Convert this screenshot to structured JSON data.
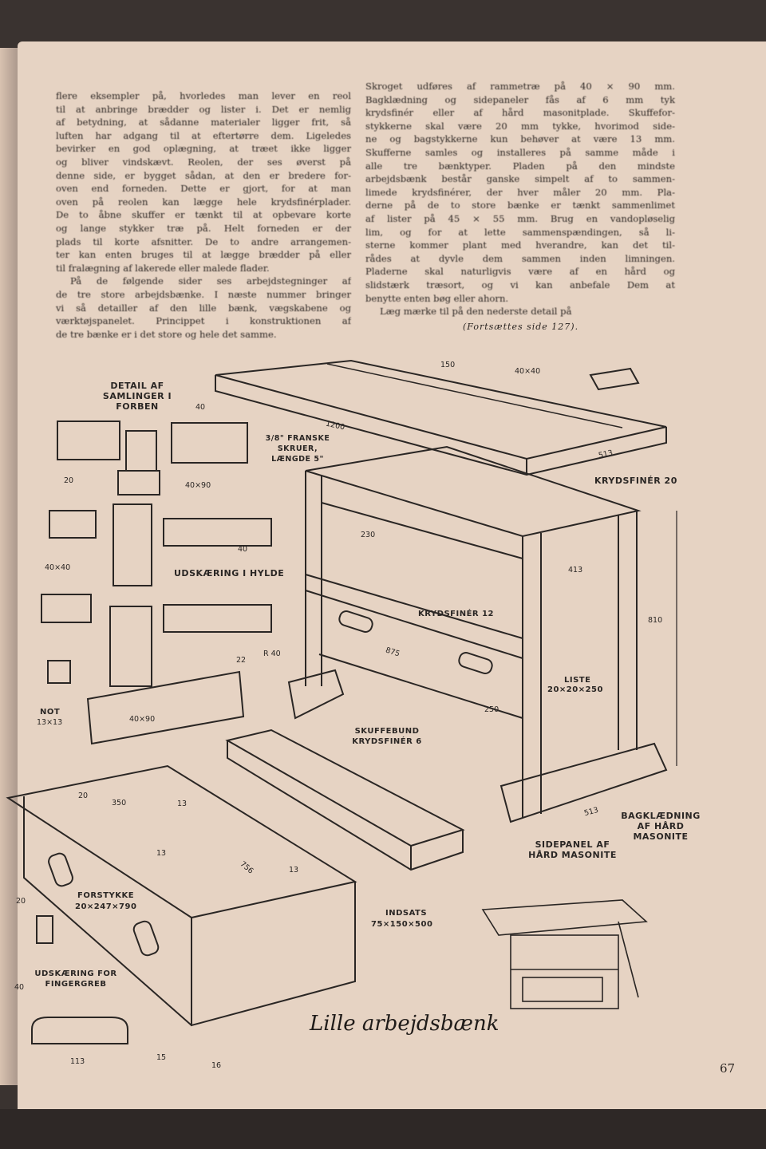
{
  "article": {
    "left_column": [
      "flere eksempler på, hvorledes man lever en reol",
      "til at anbringe brædder og lister i. Det er nemlig",
      "af betydning, at sådanne materialer ligger frit, så",
      "luften har adgang til at eftertørre dem. Ligeledes",
      "bevirker en god oplægning, at træet ikke ligger",
      "og bliver vindskævt. Reolen, der ses øverst på",
      "denne side, er bygget sådan, at den er bredere for-",
      "oven end forneden. Dette er gjort, for at man",
      "oven på reolen kan lægge hele krydsfinérplader.",
      "De to åbne skuffer er tænkt til at opbevare korte",
      "og lange stykker træ på. Helt forneden er der",
      "plads til korte afsnitter. De to andre arrangemen-",
      "ter kan enten bruges til at lægge brædder på eller",
      "til fralægning af lakerede eller malede flader.",
      "På de følgende sider ses arbejdstegninger af",
      "de tre store arbejdsbænke. I næste nummer bringer",
      "vi så detailler af den lille bænk, vægskabene og",
      "værktøjspanelet. Princippet i konstruktionen af",
      "de tre bænke er i det store og hele det samme."
    ],
    "right_column": [
      "Skroget udføres af rammetræ på 40 × 90 mm.",
      "Bagklædning og sidepaneler fås af 6 mm tyk",
      "krydsfinér eller af hård masonitplade. Skuffefor-",
      "stykkerne skal være 20 mm tykke, hvorimod side-",
      "ne og bagstykkerne kun behøver at være 13 mm.",
      "Skufferne samles og installeres på samme måde i",
      "alle tre bænktyper. Pladen på den mindste",
      "arbejdsbænk består ganske simpelt af to sammen-",
      "limede krydsfinérer, der hver måler 20 mm. Pla-",
      "derne på de to store bænke er tænkt sammenlimet",
      "af lister på 45 × 55 mm. Brug en vandopløselig",
      "lim, og for at lette sammenspændingen, så li-",
      "sterne kommer plant med hverandre, kan det til-",
      "rådes at dyvle dem sammen inden limningen.",
      "Pladerne skal naturligvis være af en hård og",
      "slidstærk træsort, og vi kan anbefale Dem at",
      "benytte enten bøg eller ahorn.",
      "Læg mærke til på den nederste detail på"
    ],
    "continued": "(Fortsættes side 127)."
  },
  "drawing": {
    "title": "Lille arbejdsbænk",
    "labels": {
      "detail": "DETAIL AF SAMLINGER I FORBEN",
      "screws": "3/8\" FRANSKE SKRUER, LÆNGDE 5\"",
      "krydsfiner20": "KRYDSFINÉR 20",
      "udskaering_hylde": "UDSKÆRING I HYLDE",
      "krydsfiner12": "KRYDSFINÉR 12",
      "liste": "LISTE",
      "liste_dim": "20×20×250",
      "skuffebund": "SKUFFEBUND KRYDSFINÉR 6",
      "bagklaedning": "BAGKLÆDNING AF HÅRD MASONITE",
      "sidepanel": "SIDEPANEL AF HÅRD MASONITE",
      "forstykke": "FORSTYKKE",
      "forstykke_dim": "20×247×790",
      "indsats": "INDSATS",
      "indsats_dim": "75×150×500",
      "udskaering_finger": "UDSKÆRING FOR FINGERGREB",
      "not": "NOT",
      "not_dim": "13×13"
    },
    "dimensions": {
      "d150": "150",
      "d40x40_top": "40×40",
      "d40_top": "40",
      "d1200": "1200",
      "d513_top": "513",
      "d20_joint": "20",
      "d40x90_joint": "40×90",
      "d40_joint": "40",
      "d230": "230",
      "d413": "413",
      "d40x40_left": "40×40",
      "d810": "810",
      "d22": "22",
      "dR40": "R 40",
      "d875": "875",
      "d250": "250",
      "d40x90_bottom": "40×90",
      "d513_bottom": "513",
      "d20_drawer": "20",
      "d350": "350",
      "d13_a": "13",
      "d13_b": "13",
      "d756": "756",
      "d13_c": "13",
      "d20_finger": "20",
      "d40_finger": "40",
      "d113": "113",
      "d15": "15",
      "d16": "16"
    }
  },
  "page_number": "67"
}
